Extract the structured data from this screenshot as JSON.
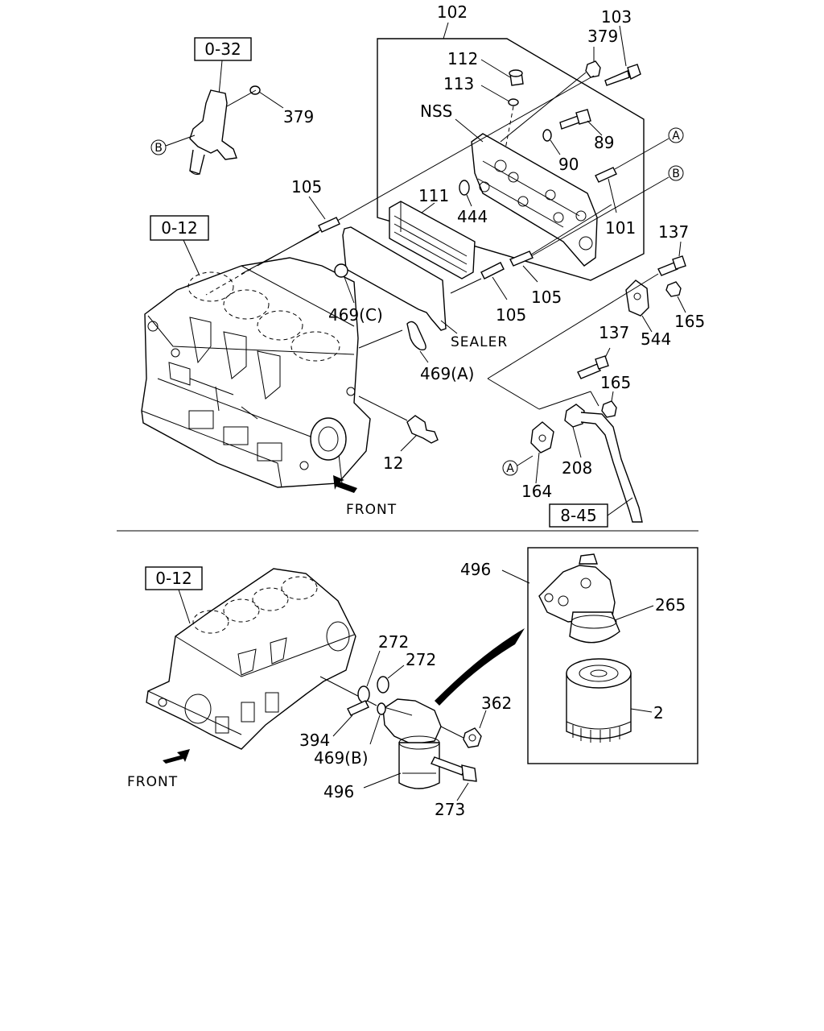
{
  "refs": {
    "ref_0_32": "0-32",
    "ref_0_12_top": "0-12",
    "ref_8_45": "8-45",
    "ref_0_12_bottom": "0-12"
  },
  "callouts_top": {
    "p102": "102",
    "p103": "103",
    "p379_upper": "379",
    "p112": "112",
    "p113": "113",
    "nss": "NSS",
    "p379_left": "379",
    "p89": "89",
    "p90": "90",
    "p105_upper": "105",
    "p111": "111",
    "p444": "444",
    "p101": "101",
    "p137_right": "137",
    "p105_mid": "105",
    "p105_low": "105",
    "p469c": "469(C)",
    "sealer": "SEALER",
    "p469a": "469(A)",
    "p544": "544",
    "p165_right": "165",
    "p137_mid": "137",
    "p165_mid": "165",
    "p12": "12",
    "p208": "208",
    "p164": "164",
    "front_top": "FRONT"
  },
  "callouts_bottom": {
    "p496_top": "496",
    "p265": "265",
    "p272_a": "272",
    "p272_b": "272",
    "p362": "362",
    "p2": "2",
    "p394": "394",
    "p469b": "469(B)",
    "p496_low": "496",
    "p273": "273",
    "front_bottom": "FRONT"
  },
  "circled_markers": {
    "a": "A",
    "b": "B"
  }
}
